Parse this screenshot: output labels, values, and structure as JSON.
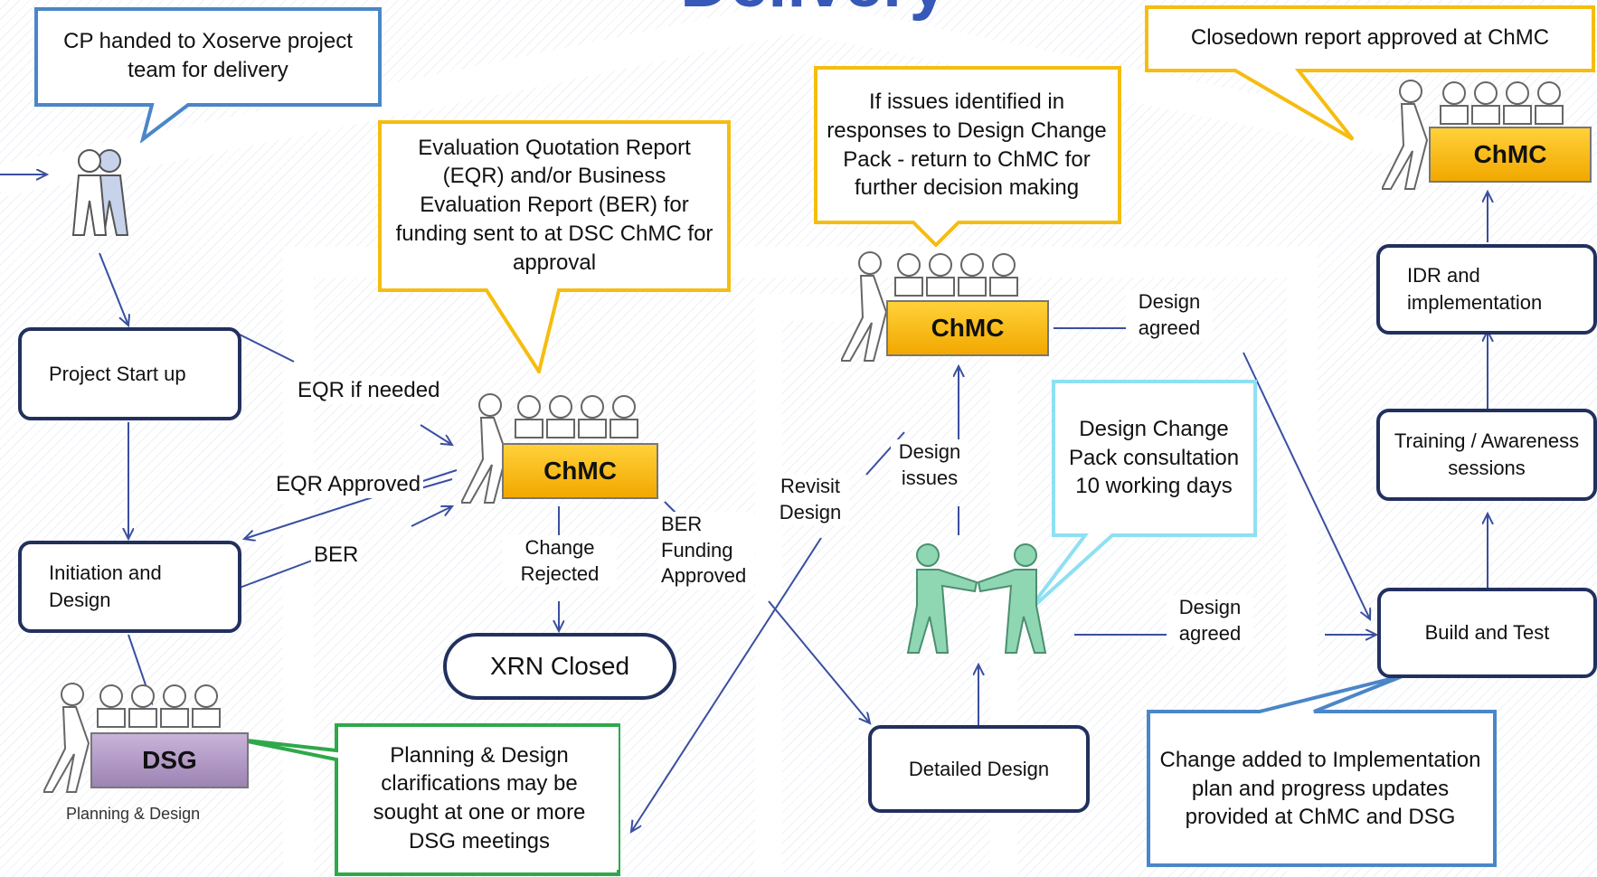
{
  "title": "Delivery",
  "callouts": {
    "cp_handed": "CP handed to Xoserve project team for delivery",
    "eqr_ber": "Evaluation Quotation Report (EQR) and/or  Business Evaluation Report (BER) for funding sent to at DSC ChMC for approval",
    "issues_identified": "If issues identified  in responses to Design Change Pack -  return to ChMC for further decision making",
    "closedown": "Closedown report approved at ChMC",
    "design_change_pack": "Design Change Pack consultation 10 working days",
    "planning_clarifications": "Planning & Design clarifications may be sought at one or more DSG meetings",
    "change_added": "Change added to Implementation plan and progress updates provided at ChMC and DSG"
  },
  "steps": {
    "project_start_up": "Project Start up",
    "initiation_design": "Initiation and Design",
    "xrn_closed": "XRN Closed",
    "detailed_design": "Detailed Design",
    "build_test": "Build and Test",
    "training": "Training / Awareness sessions",
    "idr": "IDR and implementation"
  },
  "panels": {
    "chmc": "ChMC",
    "dsg": "DSG",
    "dsg_caption": "Planning & Design"
  },
  "edge_labels": {
    "eqr_if_needed": "EQR if needed",
    "eqr_approved": "EQR Approved",
    "ber": "BER",
    "change_rejected": "Change Rejected",
    "ber_funding_approved": "BER Funding Approved",
    "revisit_design": "Revisit Design",
    "design_issues": "Design issues",
    "design_agreed_top": "Design agreed",
    "design_agreed_bottom": "Design agreed"
  },
  "colors": {
    "title": "#3658b8",
    "node_border": "#22305e",
    "callout_blue": "#4a86c8",
    "callout_yellow": "#f5bd10",
    "callout_green": "#2fa84a",
    "callout_cyan": "#8ee0f2",
    "arrow": "#3a4fa0",
    "chmc_panel": "#f7b81a",
    "dsg_panel": "#b39ac8",
    "handshake_figure": "#8fd6b3"
  },
  "icons": [
    "team-pair-icon",
    "committee-chmc-icon",
    "committee-dsg-icon",
    "handshake-icon"
  ]
}
